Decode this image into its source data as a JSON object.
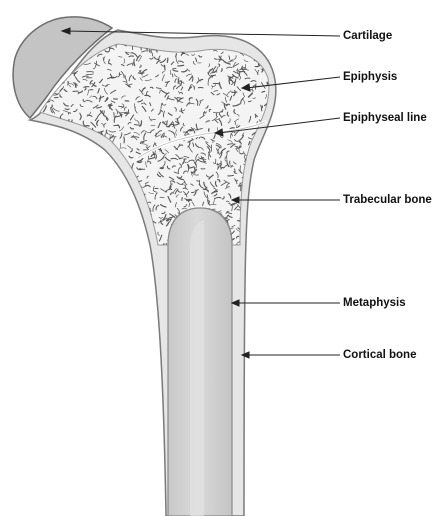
{
  "labels": {
    "cartilage": "Cartilage",
    "epiphysis": "Epiphysis",
    "epiphyseal_line": "Epiphyseal line",
    "trabecular_bone": "Trabecular bone",
    "metaphysis": "Metaphysis",
    "cortical_bone": "Cortical bone"
  },
  "colors": {
    "cortical_fill": "#e6e6e6",
    "outline": "#7a7a7a",
    "cartilage_fill": "#c4c4c4",
    "trabecular_bg": "#f4f4f4",
    "trabecular_strand": "#555555",
    "marrow_fill": "#cfcfcf",
    "marrow_light": "#dcdcdc",
    "leader": "#222222",
    "text": "#111111"
  }
}
